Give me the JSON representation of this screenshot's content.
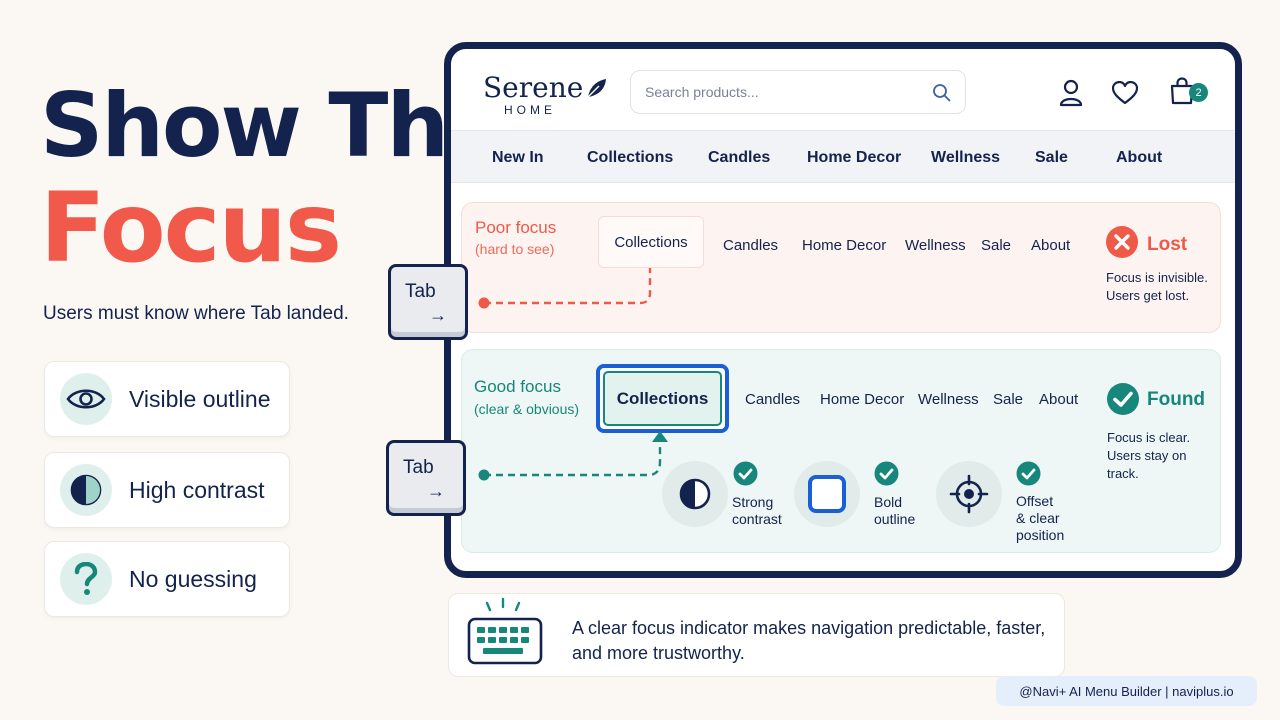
{
  "headline": {
    "line1": "Show The",
    "line2": "Focus"
  },
  "subline": "Users must know where Tab landed.",
  "features": [
    {
      "label": "Visible outline",
      "icon": "eye-icon"
    },
    {
      "label": "High contrast",
      "icon": "contrast-icon"
    },
    {
      "label": "No guessing",
      "icon": "question-icon"
    }
  ],
  "store": {
    "brand": "Serene",
    "brand_sub": "HOME",
    "search_placeholder": "Search products...",
    "cart_count": "2",
    "nav": [
      "New In",
      "Collections",
      "Candles",
      "Home Decor",
      "Wellness",
      "Sale",
      "About"
    ]
  },
  "poor": {
    "title": "Poor focus",
    "subtitle": "(hard to see)",
    "focused_item": "Collections",
    "items": [
      "Candles",
      "Home Decor",
      "Wellness",
      "Sale",
      "About"
    ],
    "status": "Lost",
    "status_text_1": "Focus is invisible.",
    "status_text_2": "Users get lost."
  },
  "good": {
    "title": "Good focus",
    "subtitle": "(clear & obvious)",
    "focused_item": "Collections",
    "items": [
      "Candles",
      "Home Decor",
      "Wellness",
      "Sale",
      "About"
    ],
    "status": "Found",
    "status_text_1": "Focus is clear.",
    "status_text_2": "Users stay on track.",
    "criteria": [
      {
        "line1": "Strong",
        "line2": "contrast",
        "line3": ""
      },
      {
        "line1": "Bold",
        "line2": "outline",
        "line3": ""
      },
      {
        "line1": "Offset",
        "line2": "& clear",
        "line3": "position"
      }
    ]
  },
  "tab_key": {
    "label": "Tab",
    "arrow": "→"
  },
  "callout": "A clear focus indicator makes navigation predictable, faster, and more trustworthy.",
  "credit": "@Navi+ AI Menu Builder | naviplus.io",
  "colors": {
    "navy": "#13234d",
    "coral": "#f15a4a",
    "teal": "#16877a",
    "focus_blue": "#1a5fd6"
  }
}
